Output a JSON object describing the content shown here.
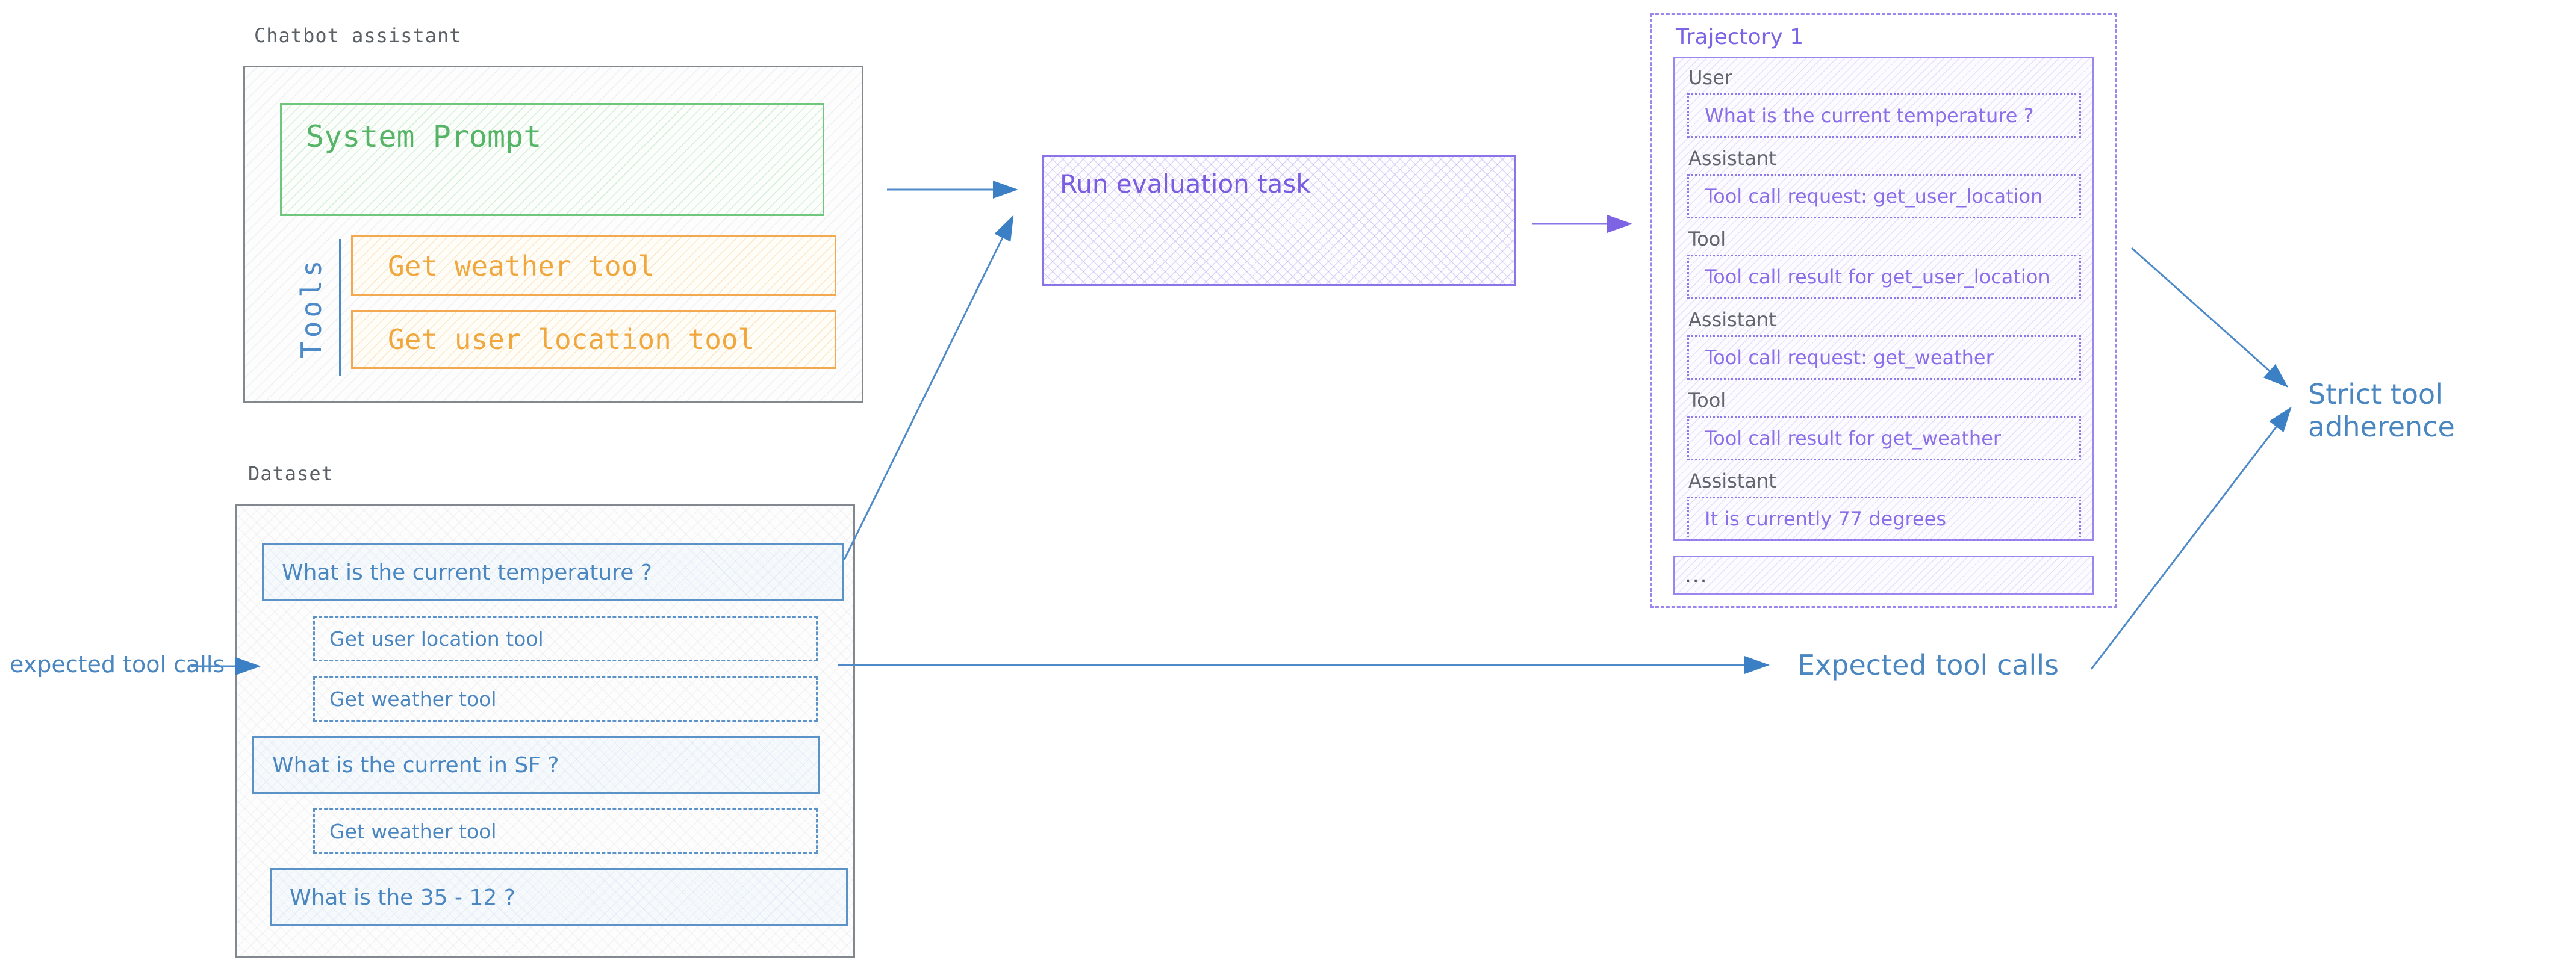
{
  "palette": {
    "gray_text": "#5c6166",
    "gray_border": "#83888e",
    "green": "#56b467",
    "orange": "#f0a73e",
    "blue": "#4a86c0",
    "blue_line": "#4e8ac8",
    "purple": "#7a5ce0",
    "purple_border": "#9b86ee"
  },
  "chatbot": {
    "label": "Chatbot assistant",
    "system_prompt": "System Prompt",
    "tools_label": "Tools",
    "tools": [
      "Get weather tool",
      "Get user location tool"
    ]
  },
  "dataset": {
    "label": "Dataset",
    "items": [
      {
        "type": "question",
        "text": "What is the current temperature ?"
      },
      {
        "type": "tool",
        "text": "Get user location tool"
      },
      {
        "type": "tool",
        "text": "Get weather tool"
      },
      {
        "type": "question",
        "text": "What is the current in SF ?"
      },
      {
        "type": "tool",
        "text": "Get weather tool"
      },
      {
        "type": "question",
        "text": "What is the 35 - 12 ?"
      }
    ]
  },
  "run_task": {
    "label": "Run evaluation task"
  },
  "trajectory": {
    "title": "Trajectory 1",
    "messages": [
      {
        "role": "User",
        "text": "What is the current temperature ?"
      },
      {
        "role": "Assistant",
        "text": "Tool call request: get_user_location"
      },
      {
        "role": "Tool",
        "text": "Tool call result for get_user_location"
      },
      {
        "role": "Assistant",
        "text": "Tool call request: get_weather"
      },
      {
        "role": "Tool",
        "text": "Tool call result for get_weather"
      },
      {
        "role": "Assistant",
        "text": "It is currently 77 degrees"
      }
    ],
    "ellipsis": "..."
  },
  "annotations": {
    "expected_tool_calls_small": "expected tool calls",
    "expected_tool_calls": "Expected tool calls",
    "strict_tool_adherence": "Strict tool adherence"
  }
}
